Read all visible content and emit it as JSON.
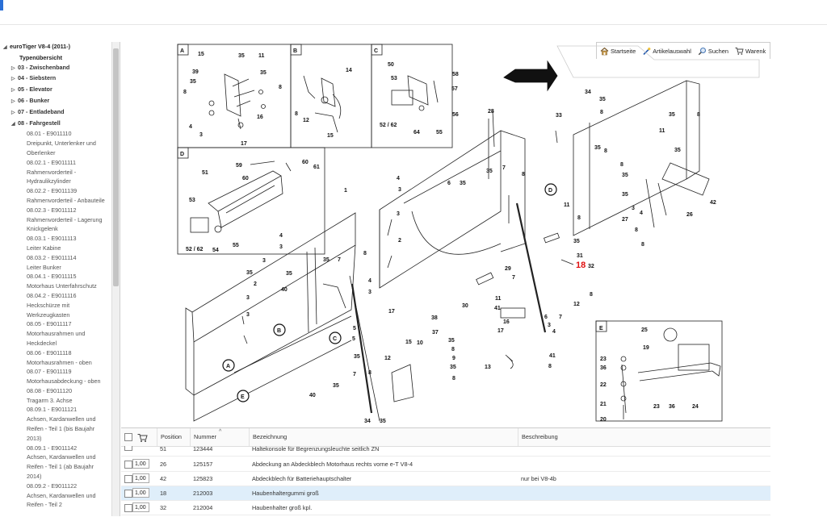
{
  "sidebar": {
    "root": "euroTiger V8-4 (2011-)",
    "overview": "Typenübersicht",
    "groups": [
      {
        "label": "03 - Zwischenband"
      },
      {
        "label": "04 - Siebstern"
      },
      {
        "label": "05 - Elevator"
      },
      {
        "label": "06 - Bunker"
      },
      {
        "label": "07 - Entladeband"
      },
      {
        "label": "08 - Fahrgestell"
      }
    ],
    "leaves": [
      {
        "code": "08.01 - E9011110",
        "name": "Dreipunkt, Unterlenker und Oberlenker"
      },
      {
        "code": "08.02.1 - E9011111",
        "name": "Rahmenvorderteil - Hydraulikzylinder"
      },
      {
        "code": "08.02.2 - E9011139",
        "name": "Rahmenvorderteil - Anbauteile"
      },
      {
        "code": "08.02.3 - E9011112",
        "name": "Rahmenvorderteil - Lagerung Knickgelenk"
      },
      {
        "code": "08.03.1 - E9011113",
        "name": "Leiter Kabine"
      },
      {
        "code": "08.03.2 - E9011114",
        "name": "Leiter Bunker"
      },
      {
        "code": "08.04.1 - E9011115",
        "name": "Motorhaus Unterfahrschutz"
      },
      {
        "code": "08.04.2 - E9011116",
        "name": "Heckschürze mit Werkzeugkasten"
      },
      {
        "code": "08.05 - E9011117",
        "name": "Motorhausrahmen und Heckdeckel"
      },
      {
        "code": "08.06 - E9011118",
        "name": "Motorhausrahmen - oben"
      },
      {
        "code": "08.07 - E9011119",
        "name": "Motorhausabdeckung - oben"
      },
      {
        "code": "08.08 - E9011120",
        "name": "Tragarm 3. Achse"
      },
      {
        "code": "08.09.1 - E9011121",
        "name": "Achsen, Kardanwellen und Reifen - Teil 1 (bis Baujahr 2013)"
      },
      {
        "code": "08.09.1 - E9011142",
        "name": "Achsen, Kardanwellen und Reifen - Teil 1 (ab Baujahr 2014)"
      },
      {
        "code": "08.09.2 - E9011122",
        "name": "Achsen, Kardanwellen und Reifen - Teil 2"
      }
    ]
  },
  "toolbar": {
    "home": "Startseite",
    "article_select": "Artikelauswahl",
    "search": "Suchen",
    "cart": "Warenk"
  },
  "diagram": {
    "highlighted_position": "18",
    "inset_labels": [
      "A",
      "B",
      "C",
      "D",
      "E"
    ]
  },
  "table": {
    "headers": {
      "position": "Position",
      "nummer": "Nummer",
      "bezeichnung": "Bezeichnung",
      "beschreibung": "Beschreibung"
    },
    "rows": [
      {
        "qty": "",
        "position": "51",
        "nummer": "123444",
        "bezeichnung": "Haltekonsole für Begrenzungsleuchte seitlich ZN",
        "beschreibung": "",
        "selected": false
      },
      {
        "qty": "1,00",
        "position": "26",
        "nummer": "125157",
        "bezeichnung": "Abdeckung an Abdeckblech Motorhaus rechts vorne e-T V8-4",
        "beschreibung": "",
        "selected": false
      },
      {
        "qty": "1,00",
        "position": "42",
        "nummer": "125823",
        "bezeichnung": "Abdeckblech für Batteriehauptschalter",
        "beschreibung": "nur bei V8-4b",
        "selected": false
      },
      {
        "qty": "1,00",
        "position": "18",
        "nummer": "212003",
        "bezeichnung": "Haubenhaltergummi groß",
        "beschreibung": "",
        "selected": true
      },
      {
        "qty": "1,00",
        "position": "32",
        "nummer": "212004",
        "bezeichnung": "Haubenhalter groß kpl.",
        "beschreibung": "",
        "selected": false
      }
    ]
  },
  "colors": {
    "selected_row": "#dfeefa",
    "highlight": "#e01010"
  }
}
